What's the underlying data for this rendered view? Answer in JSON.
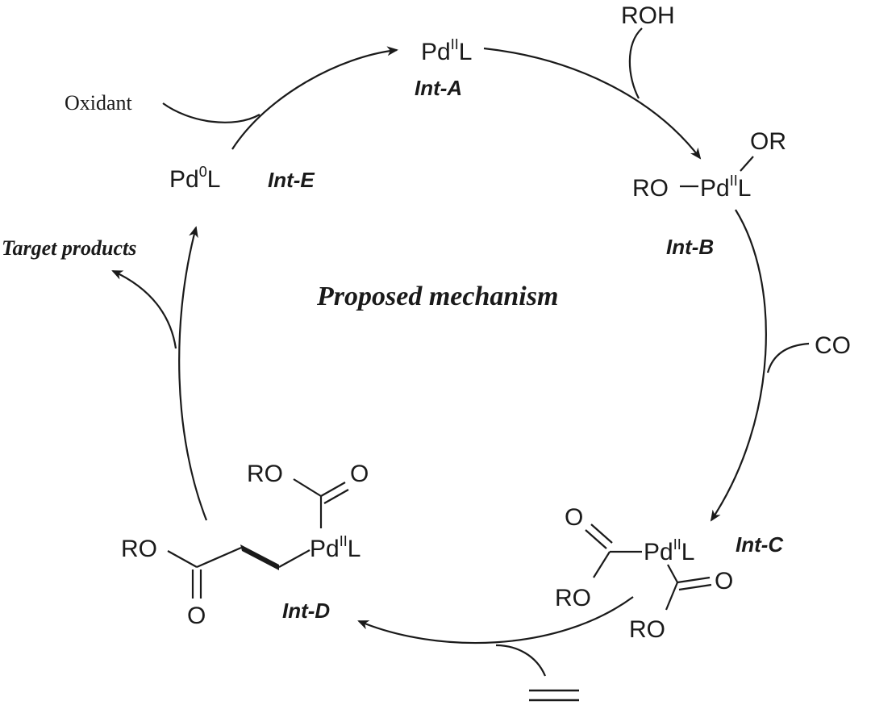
{
  "diagram": {
    "title": "Proposed mechanism",
    "intermediates": {
      "A": {
        "label": "Int-A",
        "metal": "Pd",
        "ox": "II",
        "ligand": "L"
      },
      "B": {
        "label": "Int-B",
        "left": "RO",
        "metal": "Pd",
        "ox": "II",
        "ligand": "L",
        "top": "OR"
      },
      "C": {
        "label": "Int-C",
        "metal": "Pd",
        "ox": "II",
        "ligand": "L",
        "o1": "O",
        "ro1": "RO",
        "o2": "O",
        "ro2": "RO"
      },
      "D": {
        "label": "Int-D",
        "metal": "Pd",
        "ox": "II",
        "ligand": "L",
        "ro_top": "RO",
        "o_top": "O",
        "ro_left": "RO",
        "o_bottom": "O"
      },
      "E": {
        "label": "Int-E",
        "metal": "Pd",
        "ox": "0",
        "ligand": "L"
      }
    },
    "reagents": {
      "roh": "ROH",
      "co": "CO",
      "oxidant": "Oxidant",
      "product": "Target products"
    }
  }
}
